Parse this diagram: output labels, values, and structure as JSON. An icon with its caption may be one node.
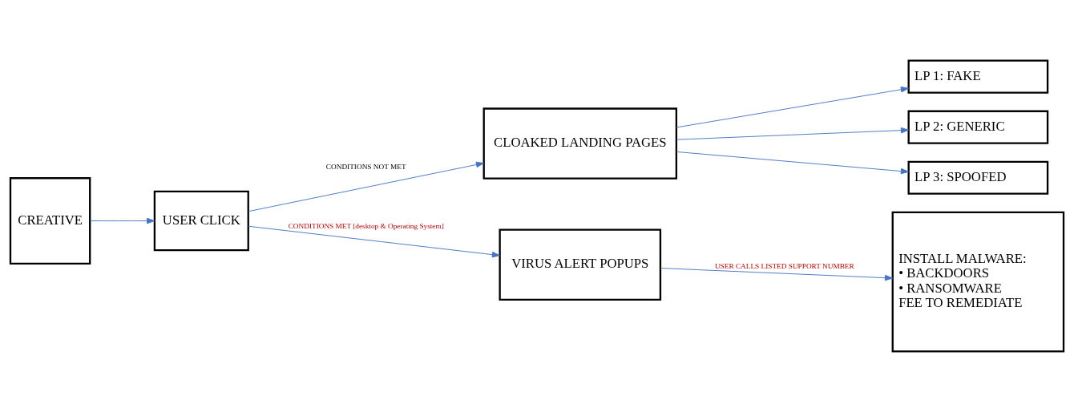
{
  "diagram": {
    "nodes": [
      {
        "text": [
          "CREATIVE"
        ]
      },
      {
        "text": [
          "USER CLICK"
        ]
      },
      {
        "text": [
          "CLOAKED LANDING PAGES"
        ]
      },
      {
        "text": [
          "LP 1: FAKE"
        ]
      },
      {
        "text": [
          "LP 2: GENERIC"
        ]
      },
      {
        "text": [
          "LP 3: SPOOFED"
        ]
      },
      {
        "text": [
          "VIRUS ALERT POPUPS"
        ]
      },
      {
        "text": [
          "INSTALL MALWARE:",
          "• BACKDOORS",
          "• RANSOMWARE",
          "FEE TO REMEDIATE"
        ]
      }
    ],
    "edges": [
      {
        "from": 0,
        "to": 1,
        "arrow": "to"
      },
      {
        "from": 1,
        "to": 2,
        "arrow": "to",
        "label": "CONDITIONS NOT MET"
      },
      {
        "from": 2,
        "to": 3,
        "arrow": "to"
      },
      {
        "from": 2,
        "to": 4,
        "arrow": "to"
      },
      {
        "from": 2,
        "to": 5,
        "arrow": "to"
      },
      {
        "from": 1,
        "to": 6,
        "arrow": "to",
        "label": "CONDITIONS MET [desktop & Operating System]"
      },
      {
        "from": 6,
        "to": 7,
        "arrow": "to",
        "label": "USER CALLS LISTED SUPPORT NUMBER"
      }
    ]
  }
}
